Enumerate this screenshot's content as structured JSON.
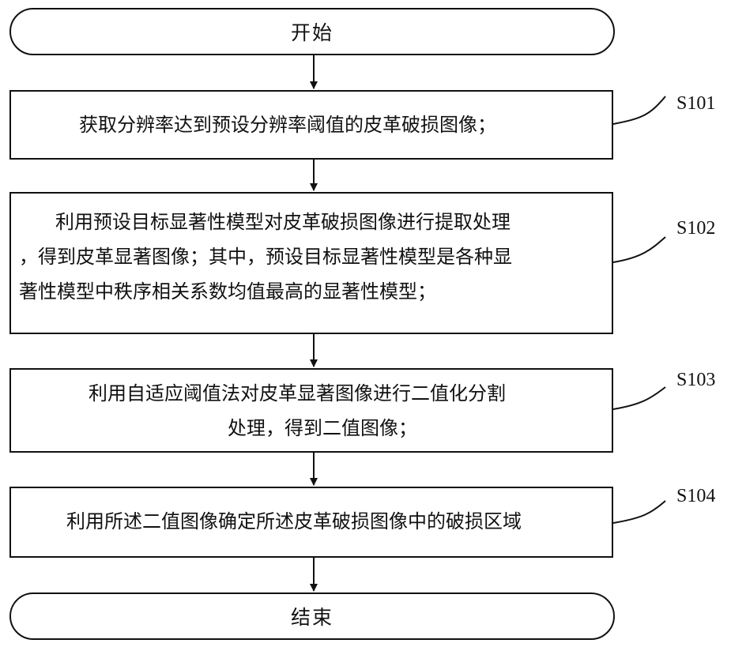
{
  "start": {
    "label": "开始"
  },
  "end": {
    "label": "结束"
  },
  "steps": [
    {
      "id": "S101",
      "lines": [
        "获取分辨率达到预设分辨率阈值的皮革破损图像；"
      ]
    },
    {
      "id": "S102",
      "lines": [
        "利用预设目标显著性模型对皮革破损图像进行提取处理",
        "，得到皮革显著图像；其中，预设目标显著性模型是各种显",
        "著性模型中秩序相关系数均值最高的显著性模型；"
      ]
    },
    {
      "id": "S103",
      "lines": [
        "利用自适应阈值法对皮革显著图像进行二值化分割",
        "处理，得到二值图像；"
      ]
    },
    {
      "id": "S104",
      "lines": [
        "利用所述二值图像确定所述皮革破损图像中的破损区域"
      ]
    }
  ]
}
